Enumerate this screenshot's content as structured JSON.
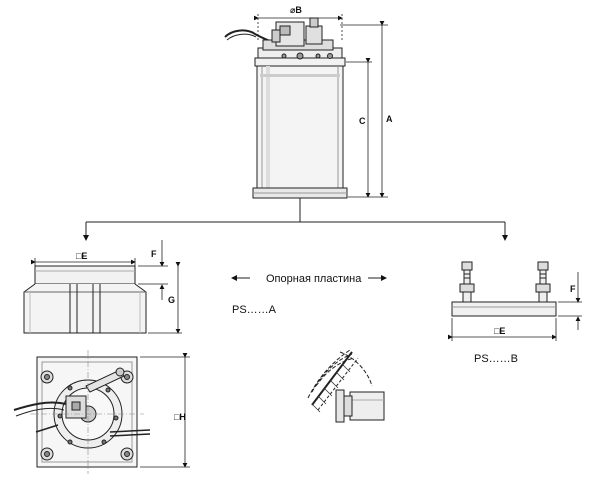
{
  "labels": {
    "dia_b": "⌀B",
    "a": "A",
    "c": "C",
    "e_left": "□E",
    "f_left": "F",
    "g": "G",
    "h": "□H",
    "plate_caption": "Опорная пластина",
    "ps_a": "PS……A",
    "ps_b": "PS……B",
    "f_right": "F",
    "e_right": "□E"
  }
}
